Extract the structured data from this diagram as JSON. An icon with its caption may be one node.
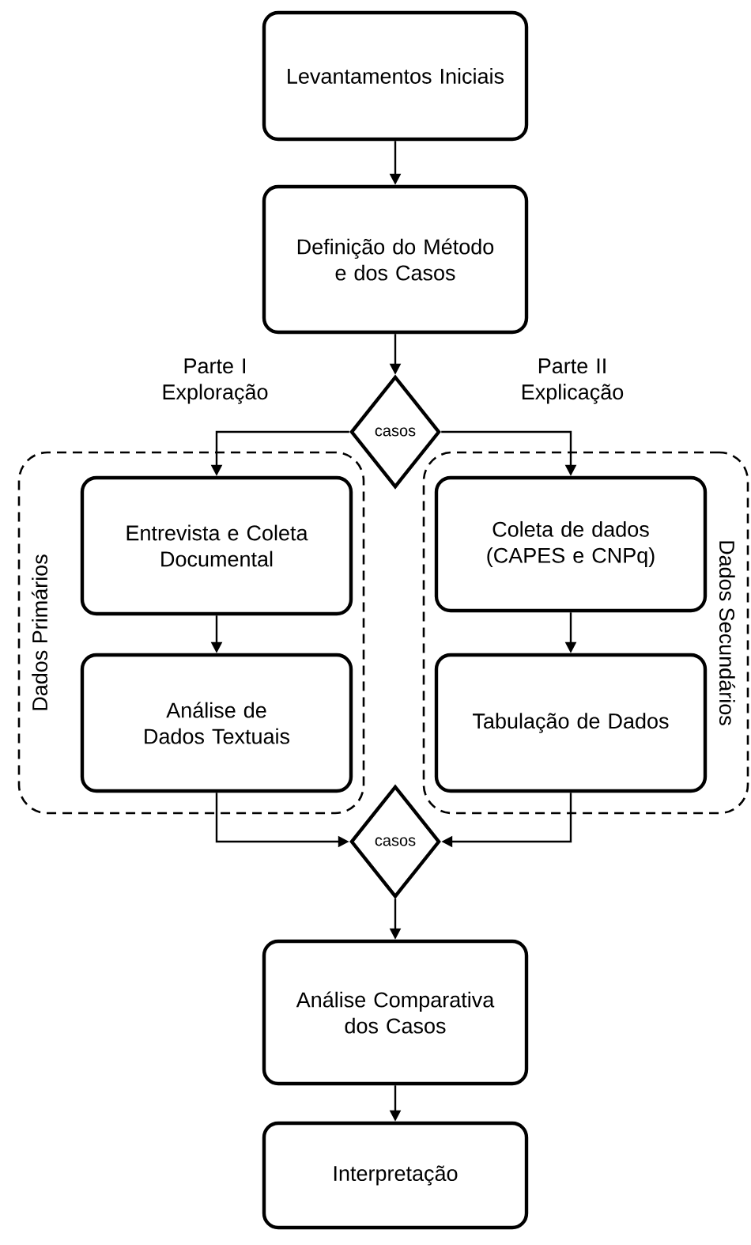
{
  "diagram": {
    "nodes": [
      {
        "text": [
          "Levantamentos Iniciais"
        ]
      },
      {
        "text": [
          "Definição do Método e dos Casos"
        ]
      },
      {
        "text": [
          "casos"
        ]
      },
      {
        "text": [
          "Dados Primários"
        ]
      },
      {
        "text": [
          "Entrevista e Coleta Documental"
        ],
        "in": 3
      },
      {
        "text": [
          "Análise de Dados Textuais"
        ],
        "in": 3
      },
      {
        "text": [
          "Dados Secundários"
        ]
      },
      {
        "text": [
          "Coleta de dados (CAPES e CNPq)"
        ],
        "in": 6
      },
      {
        "text": [
          "Tabulação de Dados"
        ],
        "in": 6
      },
      {
        "text": [
          "casos"
        ]
      },
      {
        "text": [
          "Análise Comparativa dos Casos"
        ]
      },
      {
        "text": [
          "Interpretação"
        ]
      }
    ],
    "edges": [
      {
        "from": 0,
        "to": 1,
        "arrow": "to"
      },
      {
        "from": 1,
        "to": 2,
        "arrow": "to"
      },
      {
        "from": 2,
        "to": 4,
        "arrow": "to"
      },
      {
        "from": 2,
        "to": 7,
        "arrow": "to"
      },
      {
        "from": 4,
        "to": 5,
        "arrow": "to"
      },
      {
        "from": 7,
        "to": 8,
        "arrow": "to"
      },
      {
        "from": 5,
        "to": 9,
        "arrow": "to"
      },
      {
        "from": 8,
        "to": 9,
        "arrow": "to"
      },
      {
        "from": 9,
        "to": 10,
        "arrow": "to"
      },
      {
        "from": 10,
        "to": 11,
        "arrow": "to"
      }
    ],
    "labels": [
      "Parte I Exploração",
      "Parte II Explicação"
    ]
  }
}
